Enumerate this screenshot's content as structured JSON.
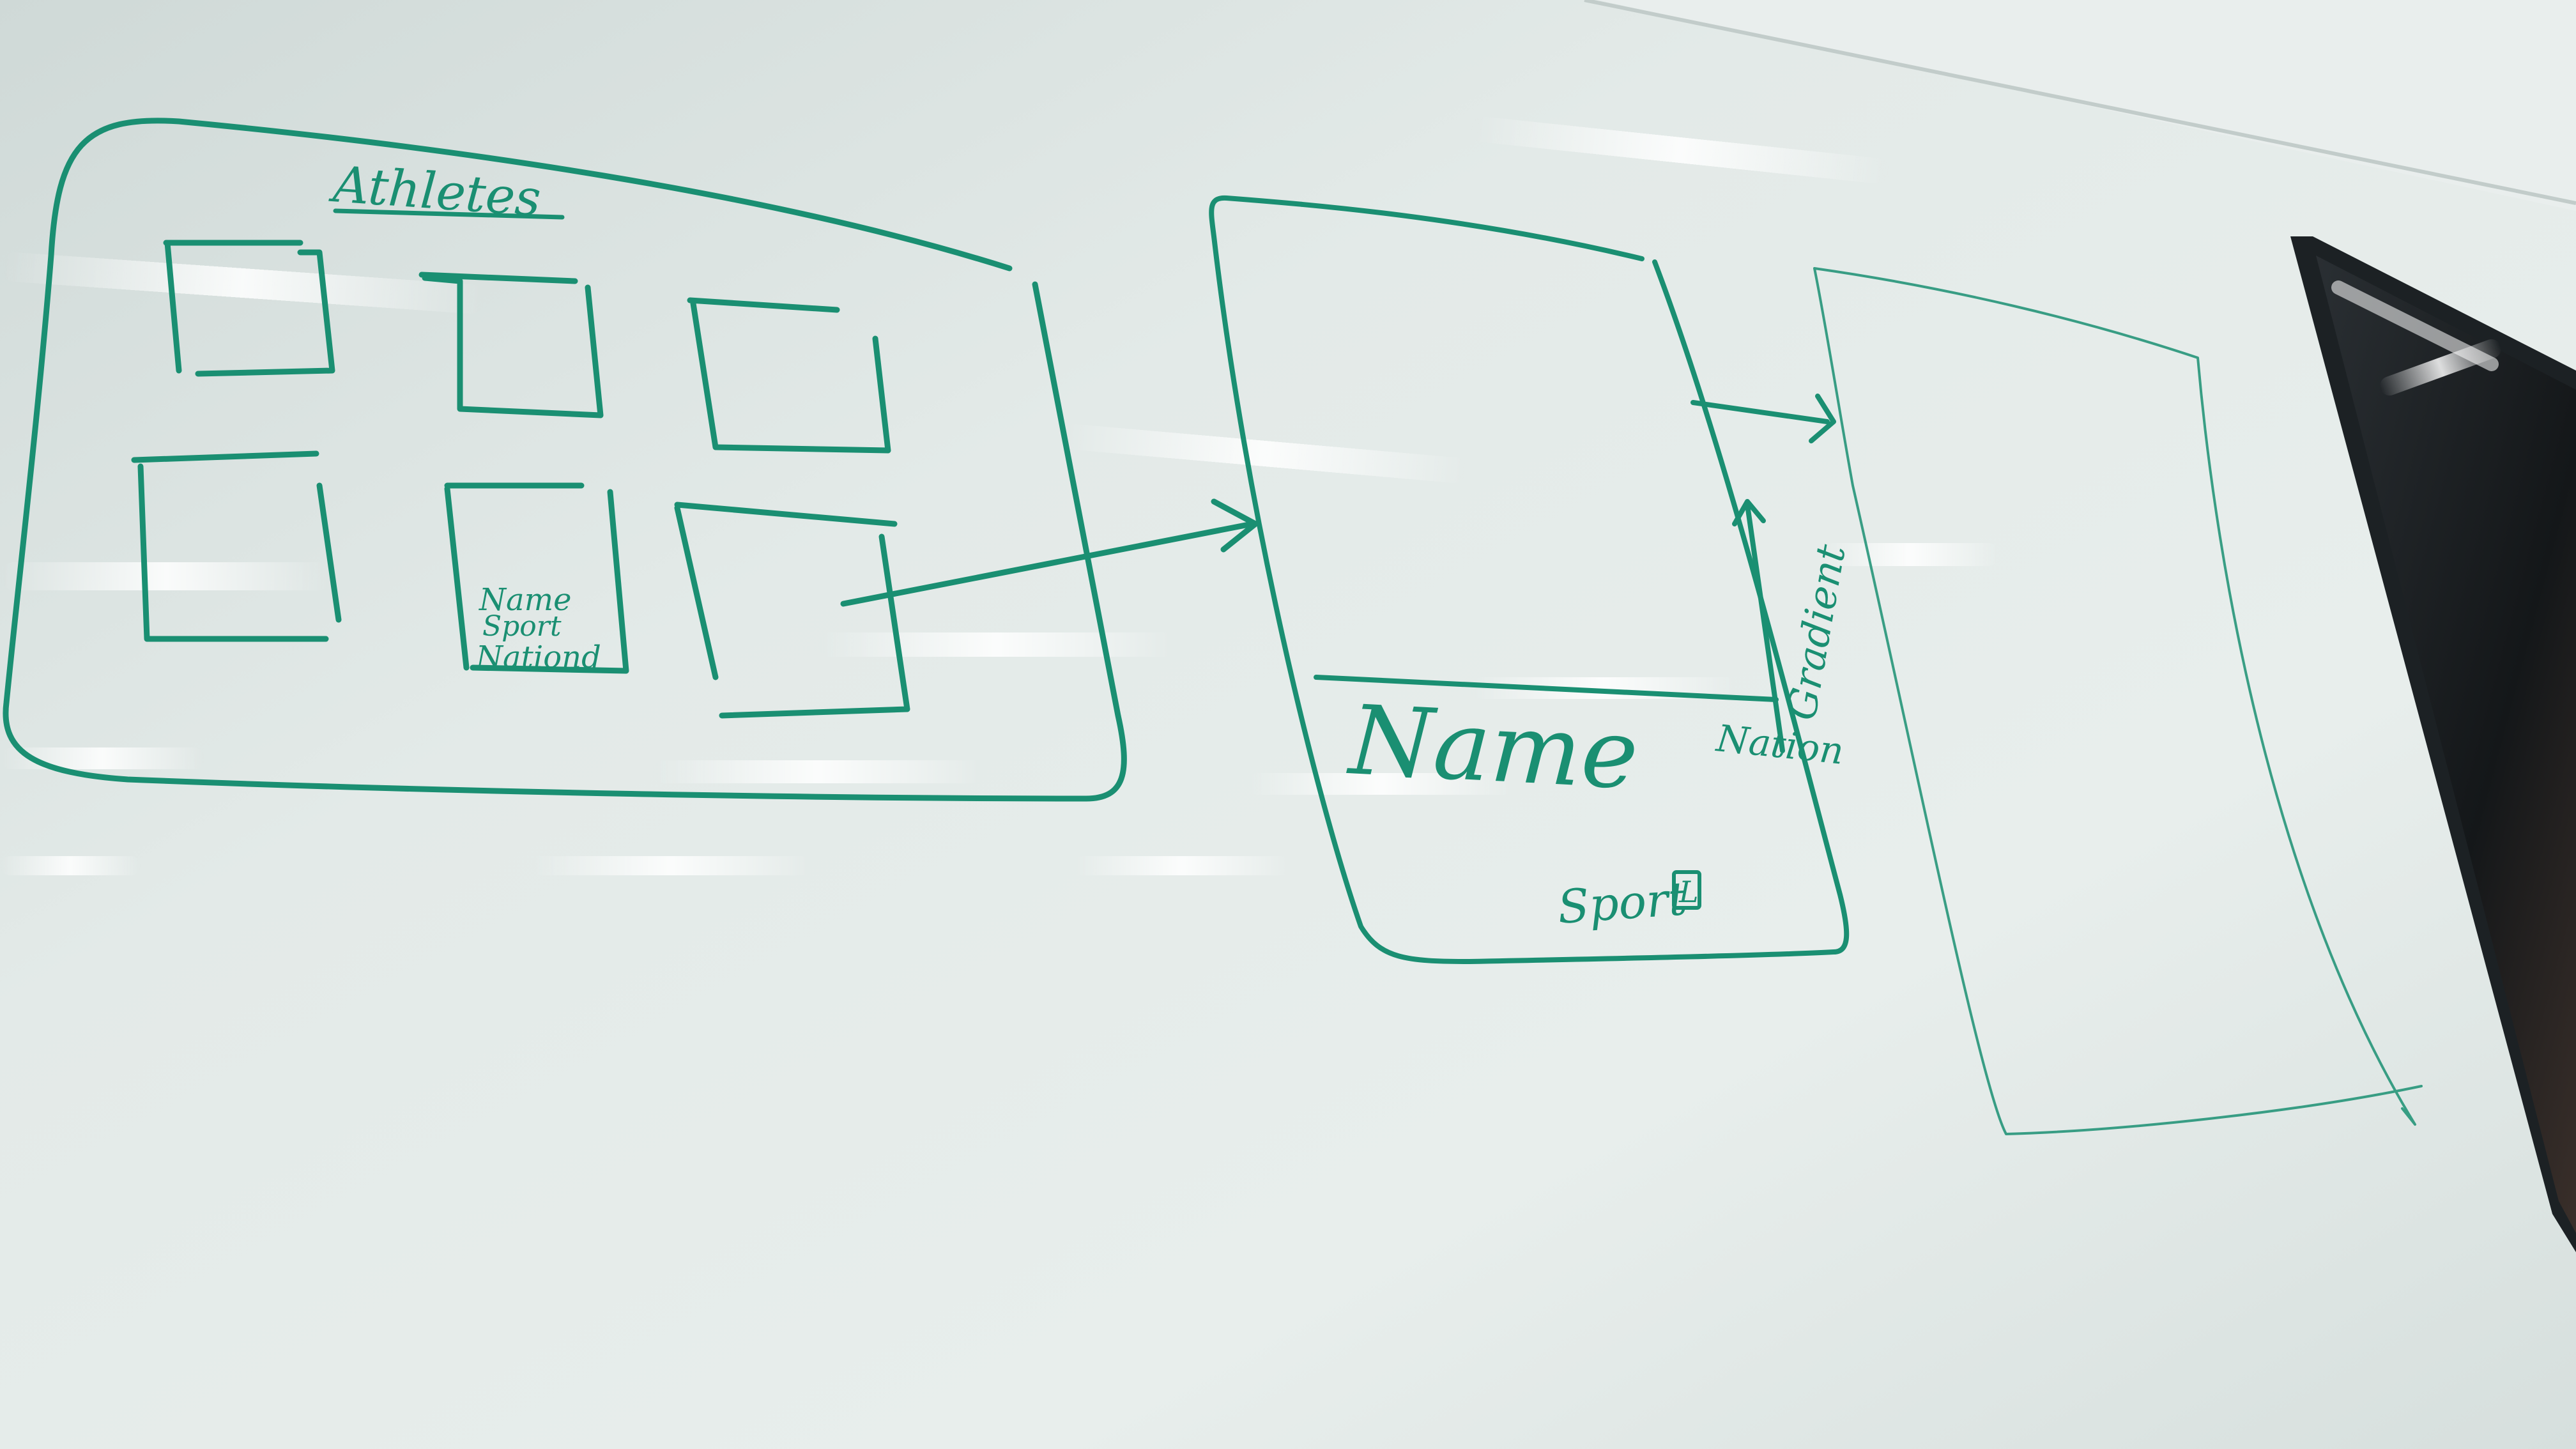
{
  "whiteboard": {
    "ink_color": "#1a8f72",
    "board_color": "#e4ebe9",
    "sketch_1": {
      "title": "Athletes",
      "card_lines": [
        "Name",
        "Sport",
        "Nationd"
      ]
    },
    "sketch_2": {
      "name_label": "Name",
      "nation_label": "Nation",
      "sport_label": "Sport",
      "sport_icon_text": "L",
      "vertical_label": "Gradient"
    },
    "sketch_3": {}
  },
  "monitor": {
    "frame_color": "#1c2124"
  }
}
